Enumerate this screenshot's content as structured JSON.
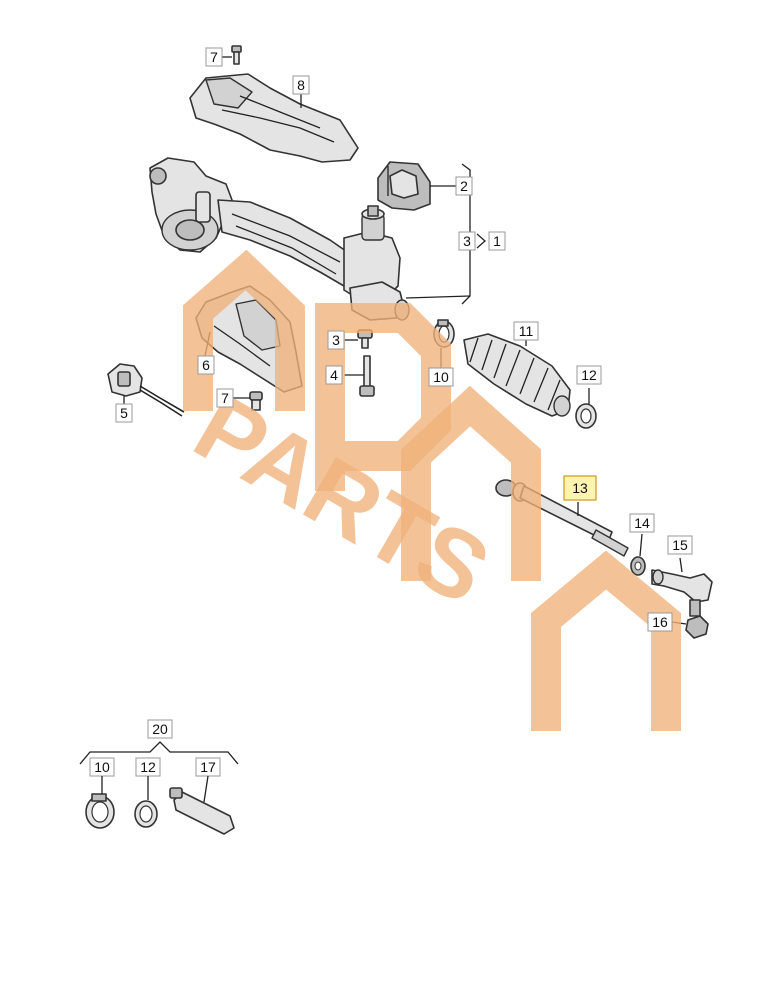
{
  "callouts": {
    "c7a": "7",
    "c8": "8",
    "c2": "2",
    "c3": "3",
    "c1": "1",
    "c6": "6",
    "c3b": "3",
    "c4": "4",
    "c5": "5",
    "c7b": "7",
    "c10": "10",
    "c11": "11",
    "c12": "12",
    "c13": "13",
    "c14": "14",
    "c15": "15",
    "c16": "16",
    "c20": "20",
    "c10b": "10",
    "c12b": "12",
    "c17": "17"
  },
  "highlighted_callout": "13",
  "watermark": {
    "text": "PARTS",
    "color": "#f0b27a"
  },
  "colors": {
    "part_fill": "#e4e4e4",
    "outline": "#333333",
    "highlight": "#fff3b0"
  }
}
